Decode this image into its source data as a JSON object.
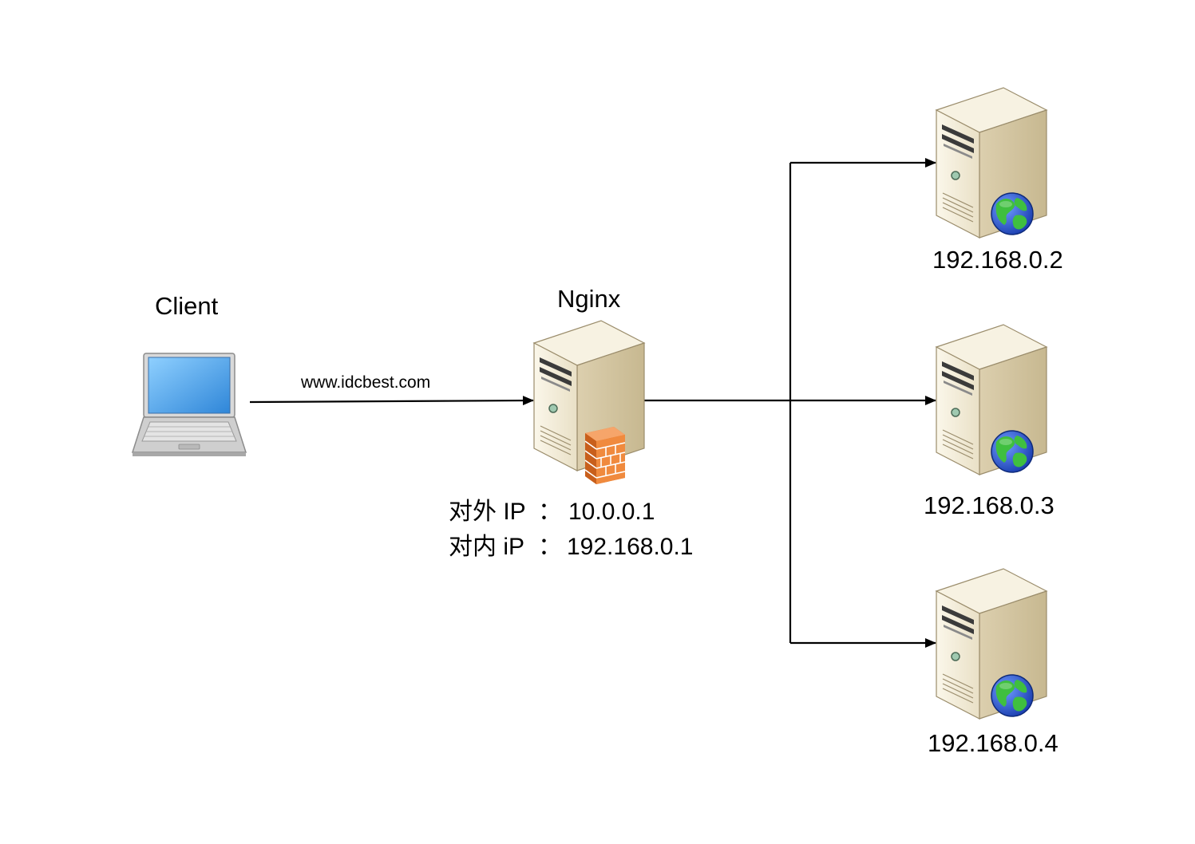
{
  "client": {
    "label": "Client"
  },
  "request": {
    "label": "www.idcbest.com"
  },
  "nginx": {
    "label": "Nginx",
    "external": {
      "name": "对外 IP",
      "sep": "：",
      "value": "10.0.0.1"
    },
    "internal": {
      "name": "对内 iP",
      "sep": "：",
      "value": "192.168.0.1"
    }
  },
  "backends": [
    {
      "label": "192.168.0.2"
    },
    {
      "label": "192.168.0.3"
    },
    {
      "label": "192.168.0.4"
    }
  ],
  "icons": {
    "client": "laptop-icon",
    "nginx": "server-icon",
    "nginx_badge": "firewall-icon",
    "backend": "server-icon",
    "backend_badge": "globe-icon"
  },
  "colors": {
    "server_body": "#f1ead6",
    "server_side": "#d2c5a3",
    "firewall": "#f0883a",
    "globe_water": "#2f63d8",
    "globe_land": "#3fbf3f",
    "laptop_screen": "#5aaef0",
    "line": "#000000"
  }
}
